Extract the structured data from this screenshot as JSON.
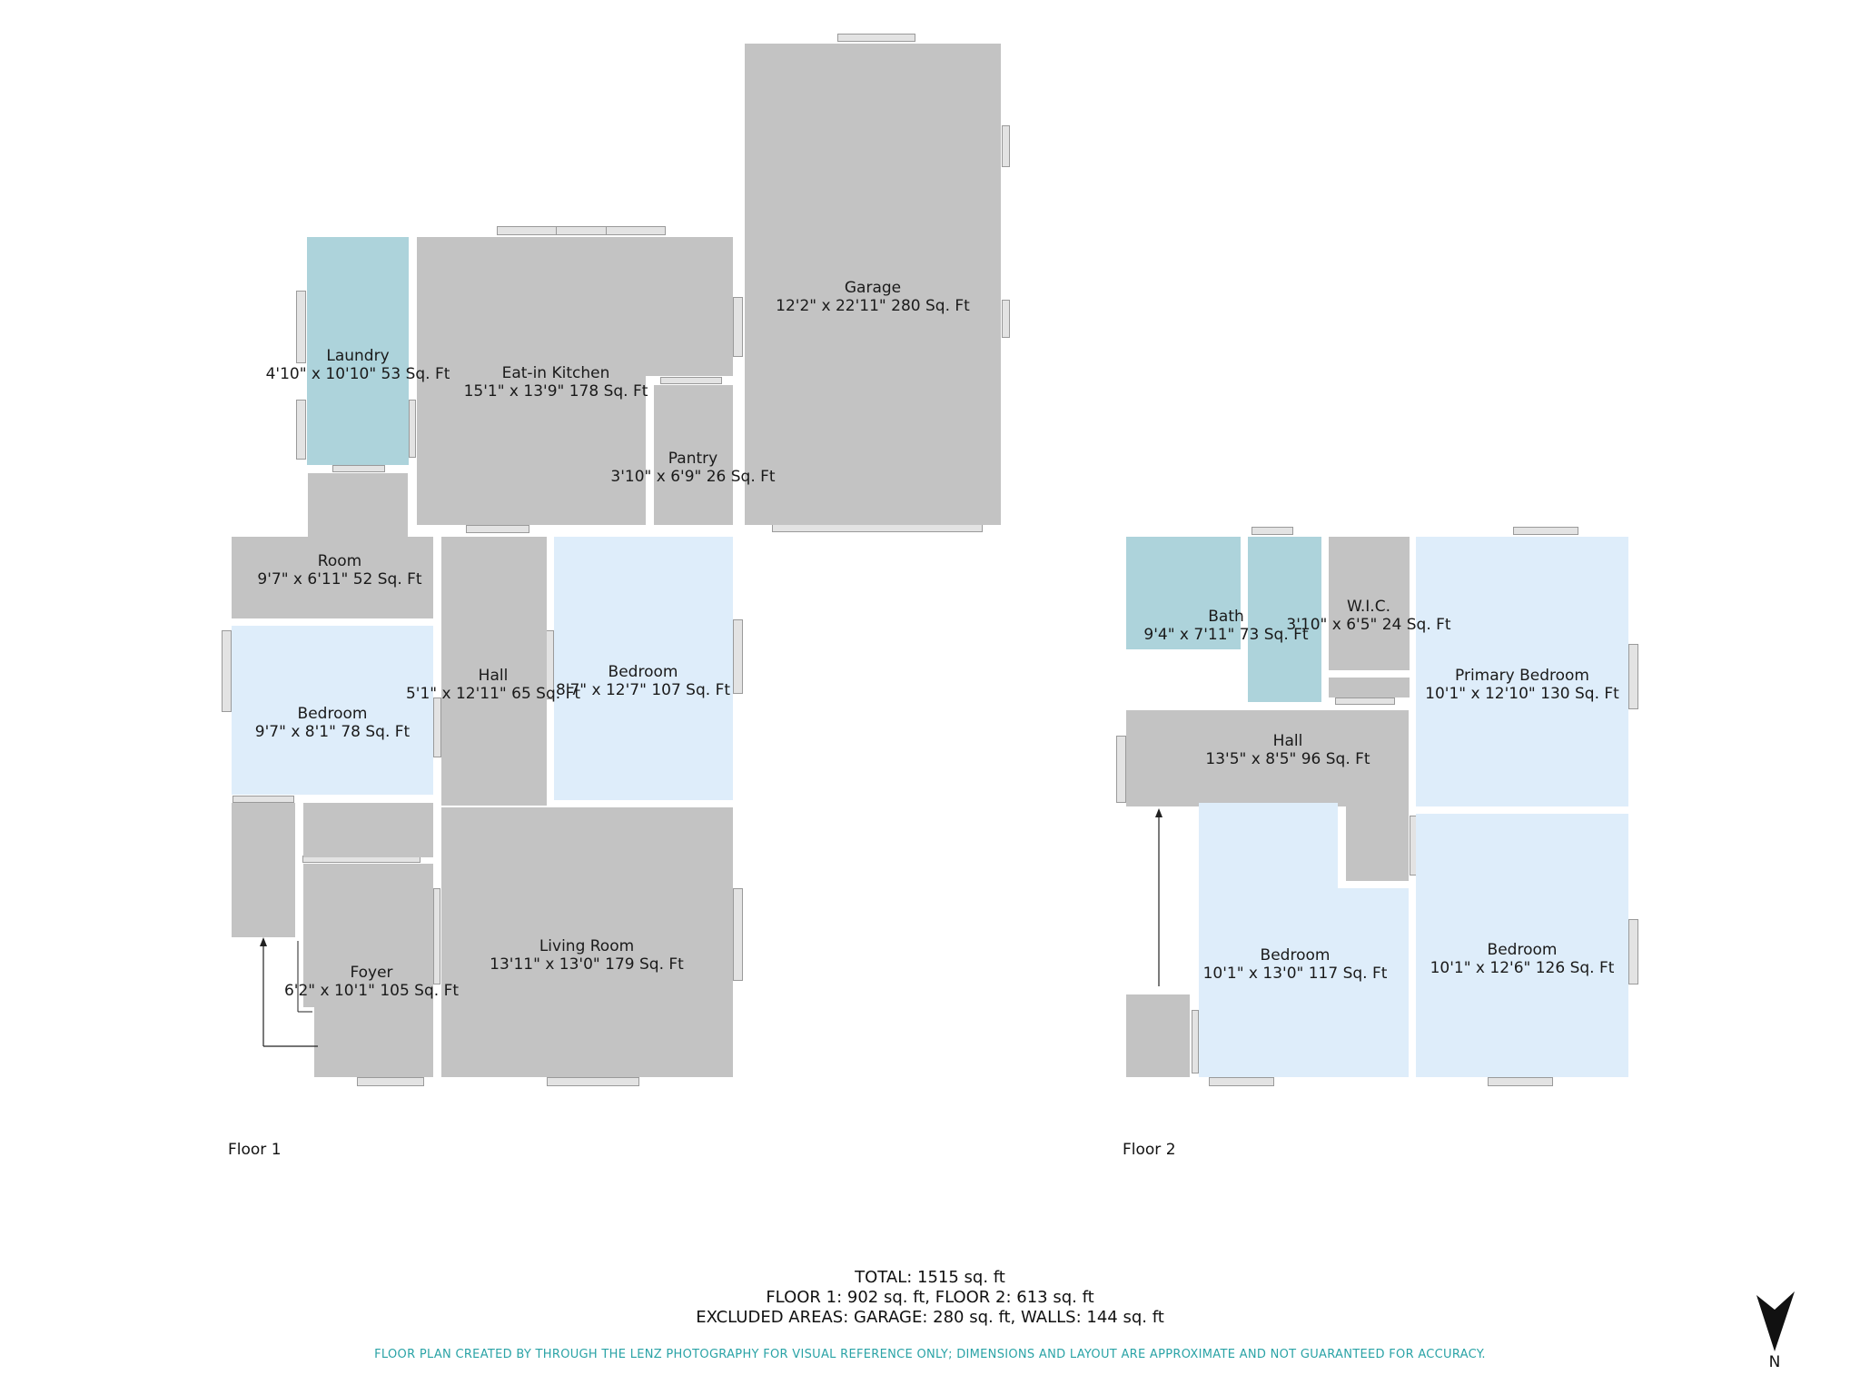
{
  "floors": [
    {
      "title": "Floor 1",
      "rooms": [
        {
          "id": "laundry",
          "name": "Laundry",
          "dims": "4'10\" x 10'10\" 53 Sq. Ft",
          "color": "#add3db"
        },
        {
          "id": "kitchen",
          "name": "Eat-in Kitchen",
          "dims": "15'1\" x 13'9\" 178 Sq. Ft",
          "color": "#c3c3c3"
        },
        {
          "id": "pantry",
          "name": "Pantry",
          "dims": "3'10\" x 6'9\" 26 Sq. Ft",
          "color": "#c3c3c3"
        },
        {
          "id": "garage",
          "name": "Garage",
          "dims": "12'2\" x 22'11\" 280 Sq. Ft",
          "color": "#c3c3c3"
        },
        {
          "id": "room",
          "name": "Room",
          "dims": "9'7\" x 6'11\" 52 Sq. Ft",
          "color": "#c3c3c3"
        },
        {
          "id": "hall1",
          "name": "Hall",
          "dims": "5'1\" x 12'11\" 65 Sq. Ft",
          "color": "#c3c3c3"
        },
        {
          "id": "bedroom1b",
          "name": "Bedroom",
          "dims": "8'7\" x 12'7\" 107 Sq. Ft",
          "color": "#deedfa"
        },
        {
          "id": "bedroom1a",
          "name": "Bedroom",
          "dims": "9'7\" x 8'1\" 78 Sq. Ft",
          "color": "#deedfa"
        },
        {
          "id": "living",
          "name": "Living Room",
          "dims": "13'11\" x 13'0\" 179 Sq. Ft",
          "color": "#c3c3c3"
        },
        {
          "id": "foyer",
          "name": "Foyer",
          "dims": "6'2\" x 10'1\" 105 Sq. Ft",
          "color": "#c3c3c3"
        }
      ]
    },
    {
      "title": "Floor 2",
      "rooms": [
        {
          "id": "bath",
          "name": "Bath",
          "dims": "9'4\" x 7'11\" 73 Sq. Ft",
          "color": "#add3db"
        },
        {
          "id": "wic",
          "name": "W.I.C.",
          "dims": "3'10\" x 6'5\" 24 Sq. Ft",
          "color": "#c3c3c3"
        },
        {
          "id": "primary",
          "name": "Primary Bedroom",
          "dims": "10'1\" x 12'10\" 130 Sq. Ft",
          "color": "#deedfa"
        },
        {
          "id": "hall2",
          "name": "Hall",
          "dims": "13'5\" x 8'5\" 96 Sq. Ft",
          "color": "#c3c3c3"
        },
        {
          "id": "bedroom2a",
          "name": "Bedroom",
          "dims": "10'1\" x 13'0\" 117 Sq. Ft",
          "color": "#deedfa"
        },
        {
          "id": "bedroom2b",
          "name": "Bedroom",
          "dims": "10'1\" x 12'6\" 126 Sq. Ft",
          "color": "#deedfa"
        }
      ]
    }
  ],
  "totals": {
    "total": "TOTAL: 1515 sq. ft",
    "floors": "FLOOR 1: 902 sq. ft, FLOOR 2: 613 sq. ft",
    "excluded": "EXCLUDED AREAS: GARAGE: 280 sq. ft, WALLS: 144 sq. ft"
  },
  "disclaimer": "FLOOR PLAN CREATED BY THROUGH THE LENZ PHOTOGRAPHY FOR VISUAL REFERENCE ONLY; DIMENSIONS AND LAYOUT ARE APPROXIMATE AND NOT GUARANTEED FOR ACCURACY.",
  "compass": {
    "label": "N",
    "icon": "north-arrow-icon"
  }
}
